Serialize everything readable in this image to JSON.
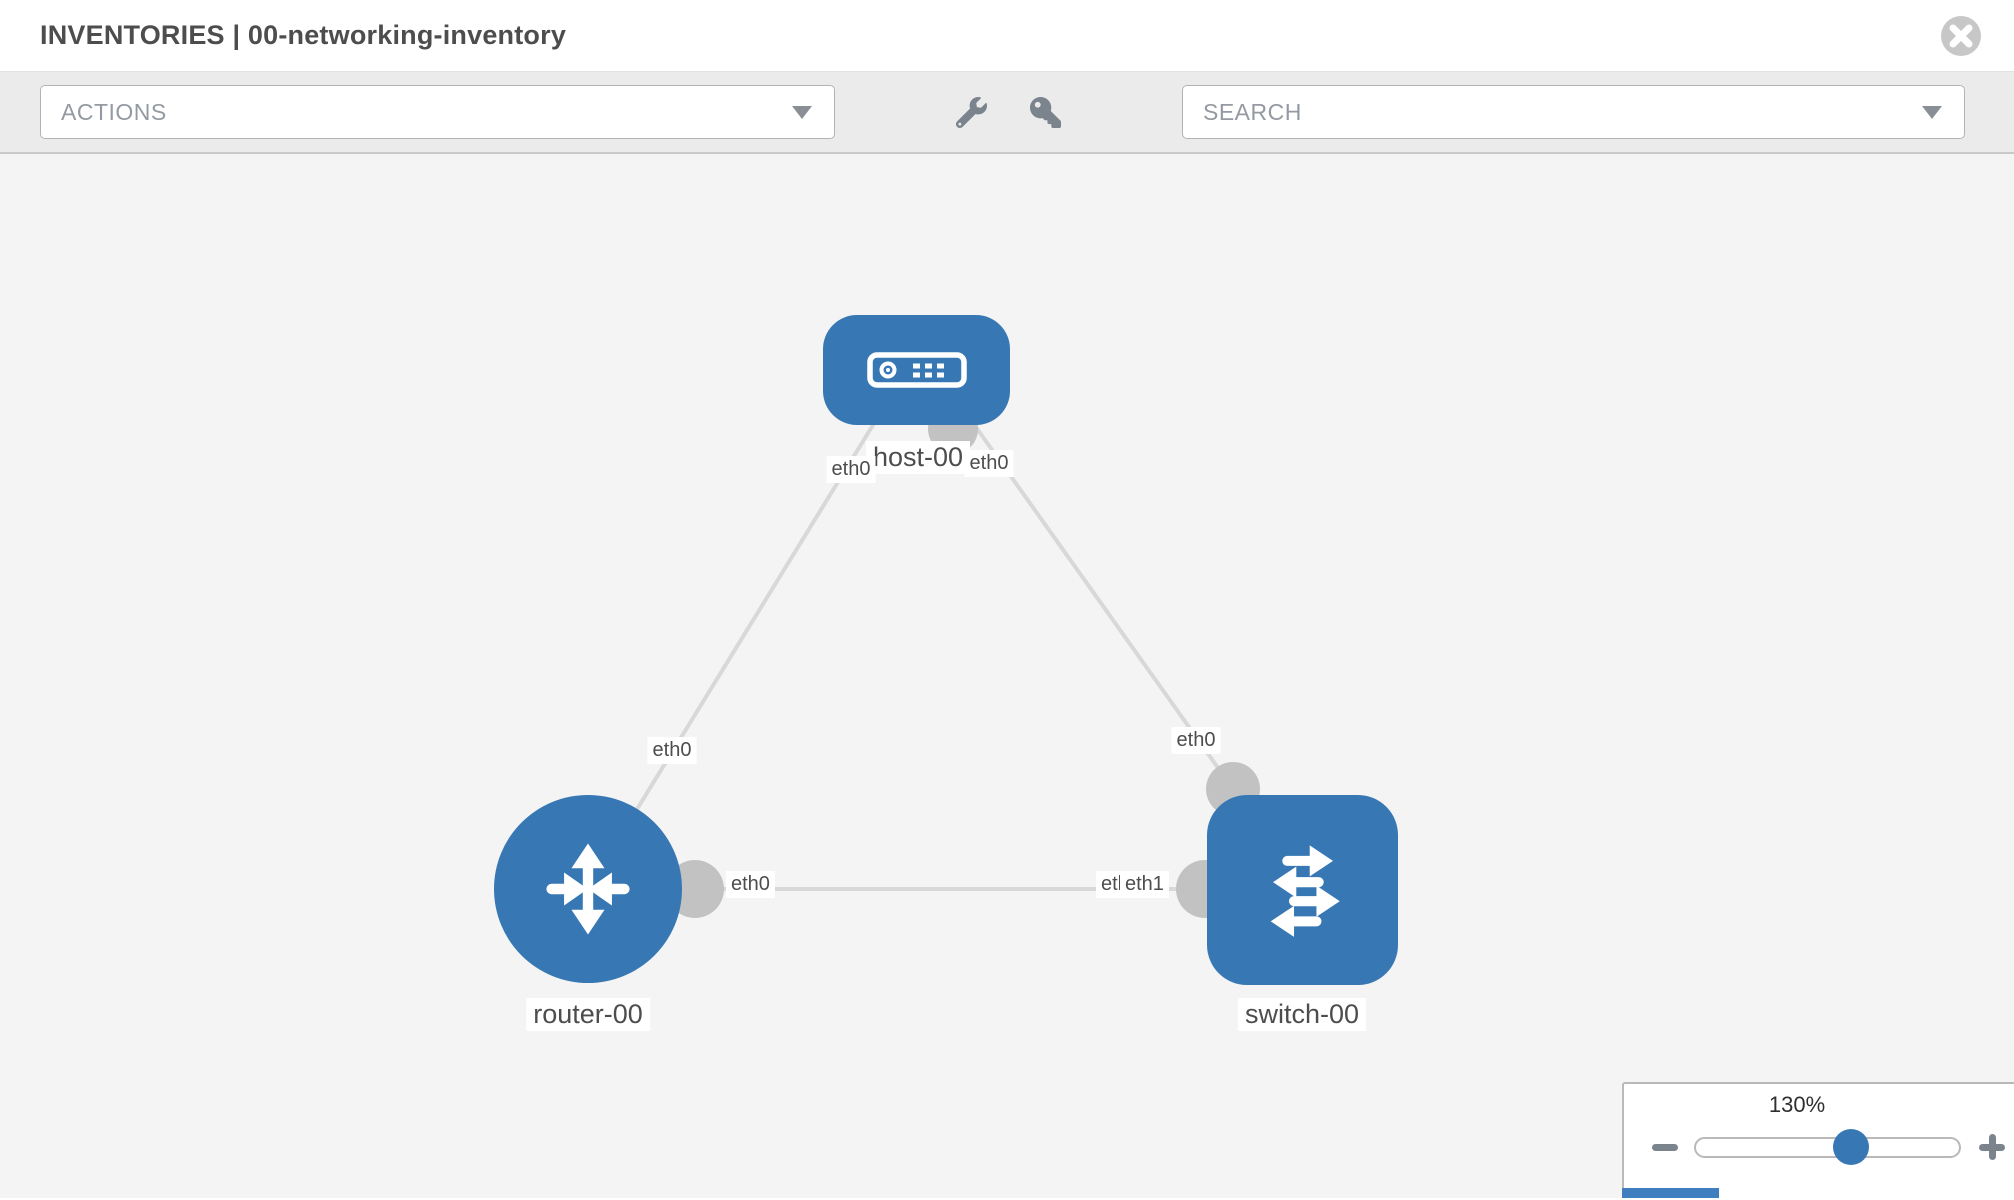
{
  "header": {
    "title": "INVENTORIES | 00-networking-inventory",
    "close_icon": "x-circle"
  },
  "toolbar": {
    "actions_label": "ACTIONS",
    "search_placeholder": "SEARCH",
    "icons": [
      "wrench-icon",
      "key-icon"
    ]
  },
  "colors": {
    "node_blue": "#3778b4",
    "link_gray": "#d8d8d8",
    "endpoint_gray": "#c2c2c2",
    "toolbar_gray": "#ebebeb",
    "canvas_gray": "#f4f4f4"
  },
  "topology": {
    "nodes": [
      {
        "label": "host-00",
        "type": "host",
        "icon": "server-icon"
      },
      {
        "label": "router-00",
        "type": "router",
        "icon": "router-arrows-icon"
      },
      {
        "label": "switch-00",
        "type": "switch",
        "icon": "switch-arrows-icon"
      }
    ],
    "links": [
      {
        "source": "host-00",
        "source_interface": "eth0",
        "target": "router-00",
        "target_interface": "eth0"
      },
      {
        "source": "host-00",
        "source_interface": "eth0",
        "target": "switch-00",
        "target_interface": "eth0"
      },
      {
        "source": "router-00",
        "source_interface": "eth0",
        "target": "switch-00",
        "target_interface": "eth1"
      }
    ],
    "interface_chips": [
      {
        "text": "eth0",
        "position": "host-bottom-left"
      },
      {
        "text": "eth0",
        "position": "host-bottom-right"
      },
      {
        "text": "eth0",
        "position": "above-router"
      },
      {
        "text": "eth0",
        "position": "mid-link-router-side"
      },
      {
        "text": "eth0",
        "position": "mid-link-switch-side-under"
      },
      {
        "text": "eth1",
        "position": "mid-link-switch-side"
      },
      {
        "text": "eth0",
        "position": "above-switch"
      }
    ]
  },
  "zoom_control": {
    "value": "130%",
    "minus_icon": "minus-icon",
    "plus_icon": "plus-icon"
  }
}
